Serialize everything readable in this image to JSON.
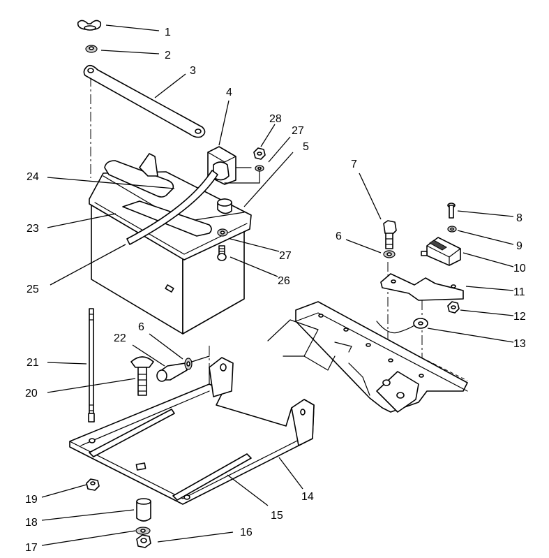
{
  "diagram": {
    "callouts": [
      {
        "id": "c1",
        "label": "1"
      },
      {
        "id": "c2",
        "label": "2"
      },
      {
        "id": "c3",
        "label": "3"
      },
      {
        "id": "c4",
        "label": "4"
      },
      {
        "id": "c5",
        "label": "5"
      },
      {
        "id": "c6a",
        "label": "6"
      },
      {
        "id": "c6b",
        "label": "6"
      },
      {
        "id": "c7",
        "label": "7"
      },
      {
        "id": "c8",
        "label": "8"
      },
      {
        "id": "c9",
        "label": "9"
      },
      {
        "id": "c10",
        "label": "10"
      },
      {
        "id": "c11",
        "label": "11"
      },
      {
        "id": "c12",
        "label": "12"
      },
      {
        "id": "c13",
        "label": "13"
      },
      {
        "id": "c14",
        "label": "14"
      },
      {
        "id": "c15",
        "label": "15"
      },
      {
        "id": "c16",
        "label": "16"
      },
      {
        "id": "c17",
        "label": "17"
      },
      {
        "id": "c18",
        "label": "18"
      },
      {
        "id": "c19",
        "label": "19"
      },
      {
        "id": "c20",
        "label": "20"
      },
      {
        "id": "c21",
        "label": "21"
      },
      {
        "id": "c22",
        "label": "22"
      },
      {
        "id": "c23",
        "label": "23"
      },
      {
        "id": "c24",
        "label": "24"
      },
      {
        "id": "c25",
        "label": "25"
      },
      {
        "id": "c26",
        "label": "26"
      },
      {
        "id": "c27a",
        "label": "27"
      },
      {
        "id": "c27b",
        "label": "27"
      },
      {
        "id": "c28",
        "label": "28"
      }
    ]
  }
}
